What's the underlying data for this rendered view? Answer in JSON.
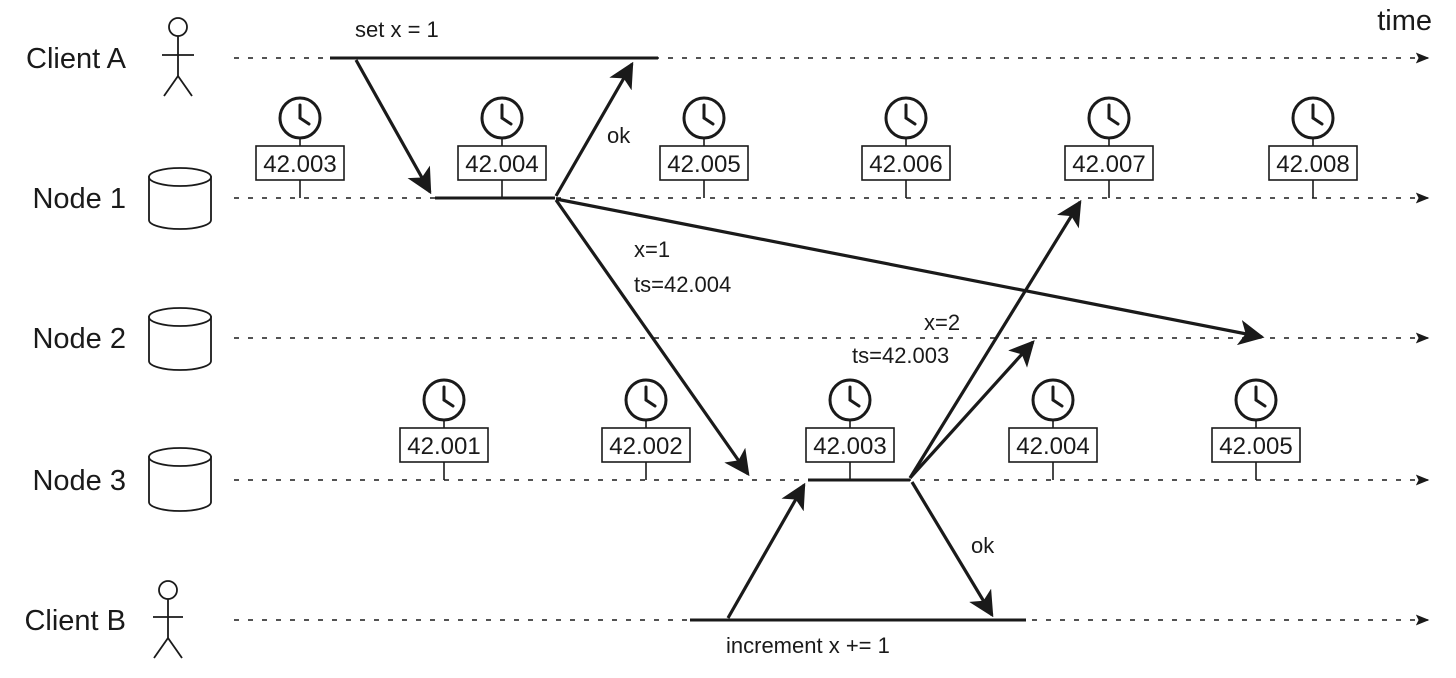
{
  "axis": {
    "time_label": "time"
  },
  "lanes": [
    {
      "id": "client-a",
      "label": "Client A",
      "kind": "client"
    },
    {
      "id": "node-1",
      "label": "Node 1",
      "kind": "node"
    },
    {
      "id": "node-2",
      "label": "Node 2",
      "kind": "node"
    },
    {
      "id": "node-3",
      "label": "Node 3",
      "kind": "node"
    },
    {
      "id": "client-b",
      "label": "Client B",
      "kind": "client"
    }
  ],
  "clocks": {
    "node1": [
      "42.003",
      "42.004",
      "42.005",
      "42.006",
      "42.007",
      "42.008"
    ],
    "node3": [
      "42.001",
      "42.002",
      "42.003",
      "42.004",
      "42.005"
    ]
  },
  "messages": {
    "set_request": "set x = 1",
    "ok_a": "ok",
    "replicate_x1_line1": "x=1",
    "replicate_x1_line2": "ts=42.004",
    "replicate_x2_line1": "x=2",
    "replicate_x2_line2": "ts=42.003",
    "ok_b": "ok",
    "increment_request": "increment x += 1"
  },
  "colors": {
    "ink": "#1a1a1a",
    "background": "#ffffff"
  }
}
